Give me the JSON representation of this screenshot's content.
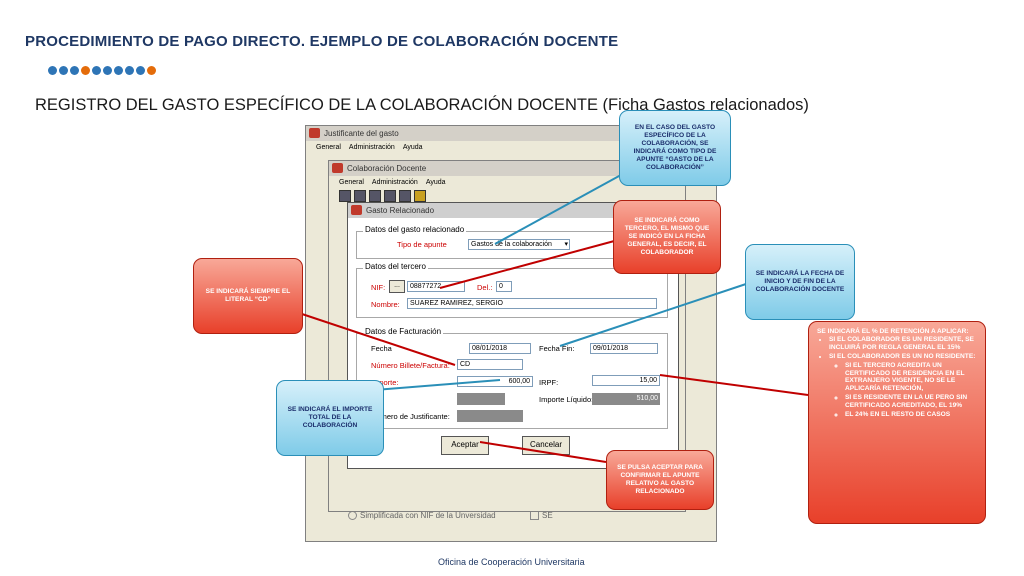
{
  "slide": {
    "title": "PROCEDIMIENTO DE PAGO DIRECTO. EJEMPLO DE COLABORACIÓN DOCENTE",
    "subtitle": "REGISTRO DEL GASTO ESPECÍFICO DE LA COLABORACIÓN DOCENTE (Ficha Gastos relacionados)",
    "footer": "Oficina de Cooperación Universitaria",
    "dot_colors": [
      "#2e75b6",
      "#2e75b6",
      "#2e75b6",
      "#e46c0a",
      "#2e75b6",
      "#2e75b6",
      "#2e75b6",
      "#2e75b6",
      "#2e75b6",
      "#e46c0a"
    ]
  },
  "win_justificante": {
    "title": "Justificante del gasto",
    "menu": [
      "General",
      "Administración",
      "Ayuda"
    ],
    "bottom_option": "Simplificada con NIF de la Unversidad",
    "bottom_check": "SE"
  },
  "win_colaboracion": {
    "title": "Colaboración Docente",
    "menu": [
      "General",
      "Administración",
      "Ayuda"
    ]
  },
  "win_gasto": {
    "title": "Gasto Relacionado",
    "datos_gasto": {
      "legend": "Datos del gasto relacionado",
      "tipo_label": "Tipo de apunte",
      "tipo_value": "Gastos de la colaboración"
    },
    "datos_tercero": {
      "legend": "Datos del tercero",
      "nif_label": "NIF:",
      "nif_button": "...",
      "nif_value": "08877272",
      "del_label": "Del.:",
      "del_value": "0",
      "nombre_label": "Nombre:",
      "nombre_value": "SUAREZ RAMIREZ, SERGIO"
    },
    "datos_facturacion": {
      "legend": "Datos de Facturación",
      "fecha_label": "Fecha",
      "fecha_value": "08/01/2018",
      "fecha_fin_label": "Fecha Fin:",
      "fecha_fin_value": "09/01/2018",
      "billete_label": "Número Billete/Factura:",
      "billete_value": "CD",
      "importe_label": "Importe:",
      "importe_value": "600,00",
      "irpf_label": "IRPF:",
      "irpf_value": "15,00",
      "liquido_label": "Importe Líquido:",
      "liquido_value": "510,00",
      "num_justificante_label": "Número de Justificante:"
    },
    "aceptar": "Aceptar",
    "cancelar": "Cancelar"
  },
  "callouts": {
    "tipo_apunte": "EN EL CASO DEL GASTO ESPECÍFICO DE LA COLABORACIÓN, SE INDICARÁ COMO TIPO DE APUNTE “GASTO DE LA COLABORACIÓN”",
    "tercero": "SE INDICARÁ COMO TERCERO, EL MISMO QUE SE INDICÓ EN LA FICHA GENERAL, ES DECIR, EL COLABORADOR",
    "literal_cd": "SE INDICARÁ SIEMPRE EL LITERAL “CD”",
    "fechas": "SE INDICARÁ LA FECHA DE INICIO Y DE FIN DE LA COLABORACIÓN DOCENTE",
    "retencion": {
      "intro": "SE INDICARÁ EL % DE RETENCIÓN A APLICAR:",
      "items": [
        "SI EL COLABORADOR ES UN RESIDENTE, SE INCLUIRÁ POR REGLA GENERAL EL 15%",
        "SI EL COLABORADOR ES UN NO RESIDENTE:"
      ],
      "subitems": [
        "SI EL TERCERO ACREDITA UN CERTIFICADO DE RESIDENCIA EN EL EXTRANJERO VIGENTE, NO SE LE APLICARÍA RETENCIÓN,",
        "SI ES RESIDENTE EN LA UE PERO SIN CERTIFICADO ACREDITADO, EL 19%",
        "EL 24% EN EL RESTO DE CASOS"
      ]
    },
    "importe": "SE INDICARÁ EL IMPORTE TOTAL DE LA COLABORACIÓN",
    "aceptar": "SE PULSA ACEPTAR PARA CONFIRMAR EL APUNTE RELATIVO AL GASTO RELACIONADO"
  }
}
